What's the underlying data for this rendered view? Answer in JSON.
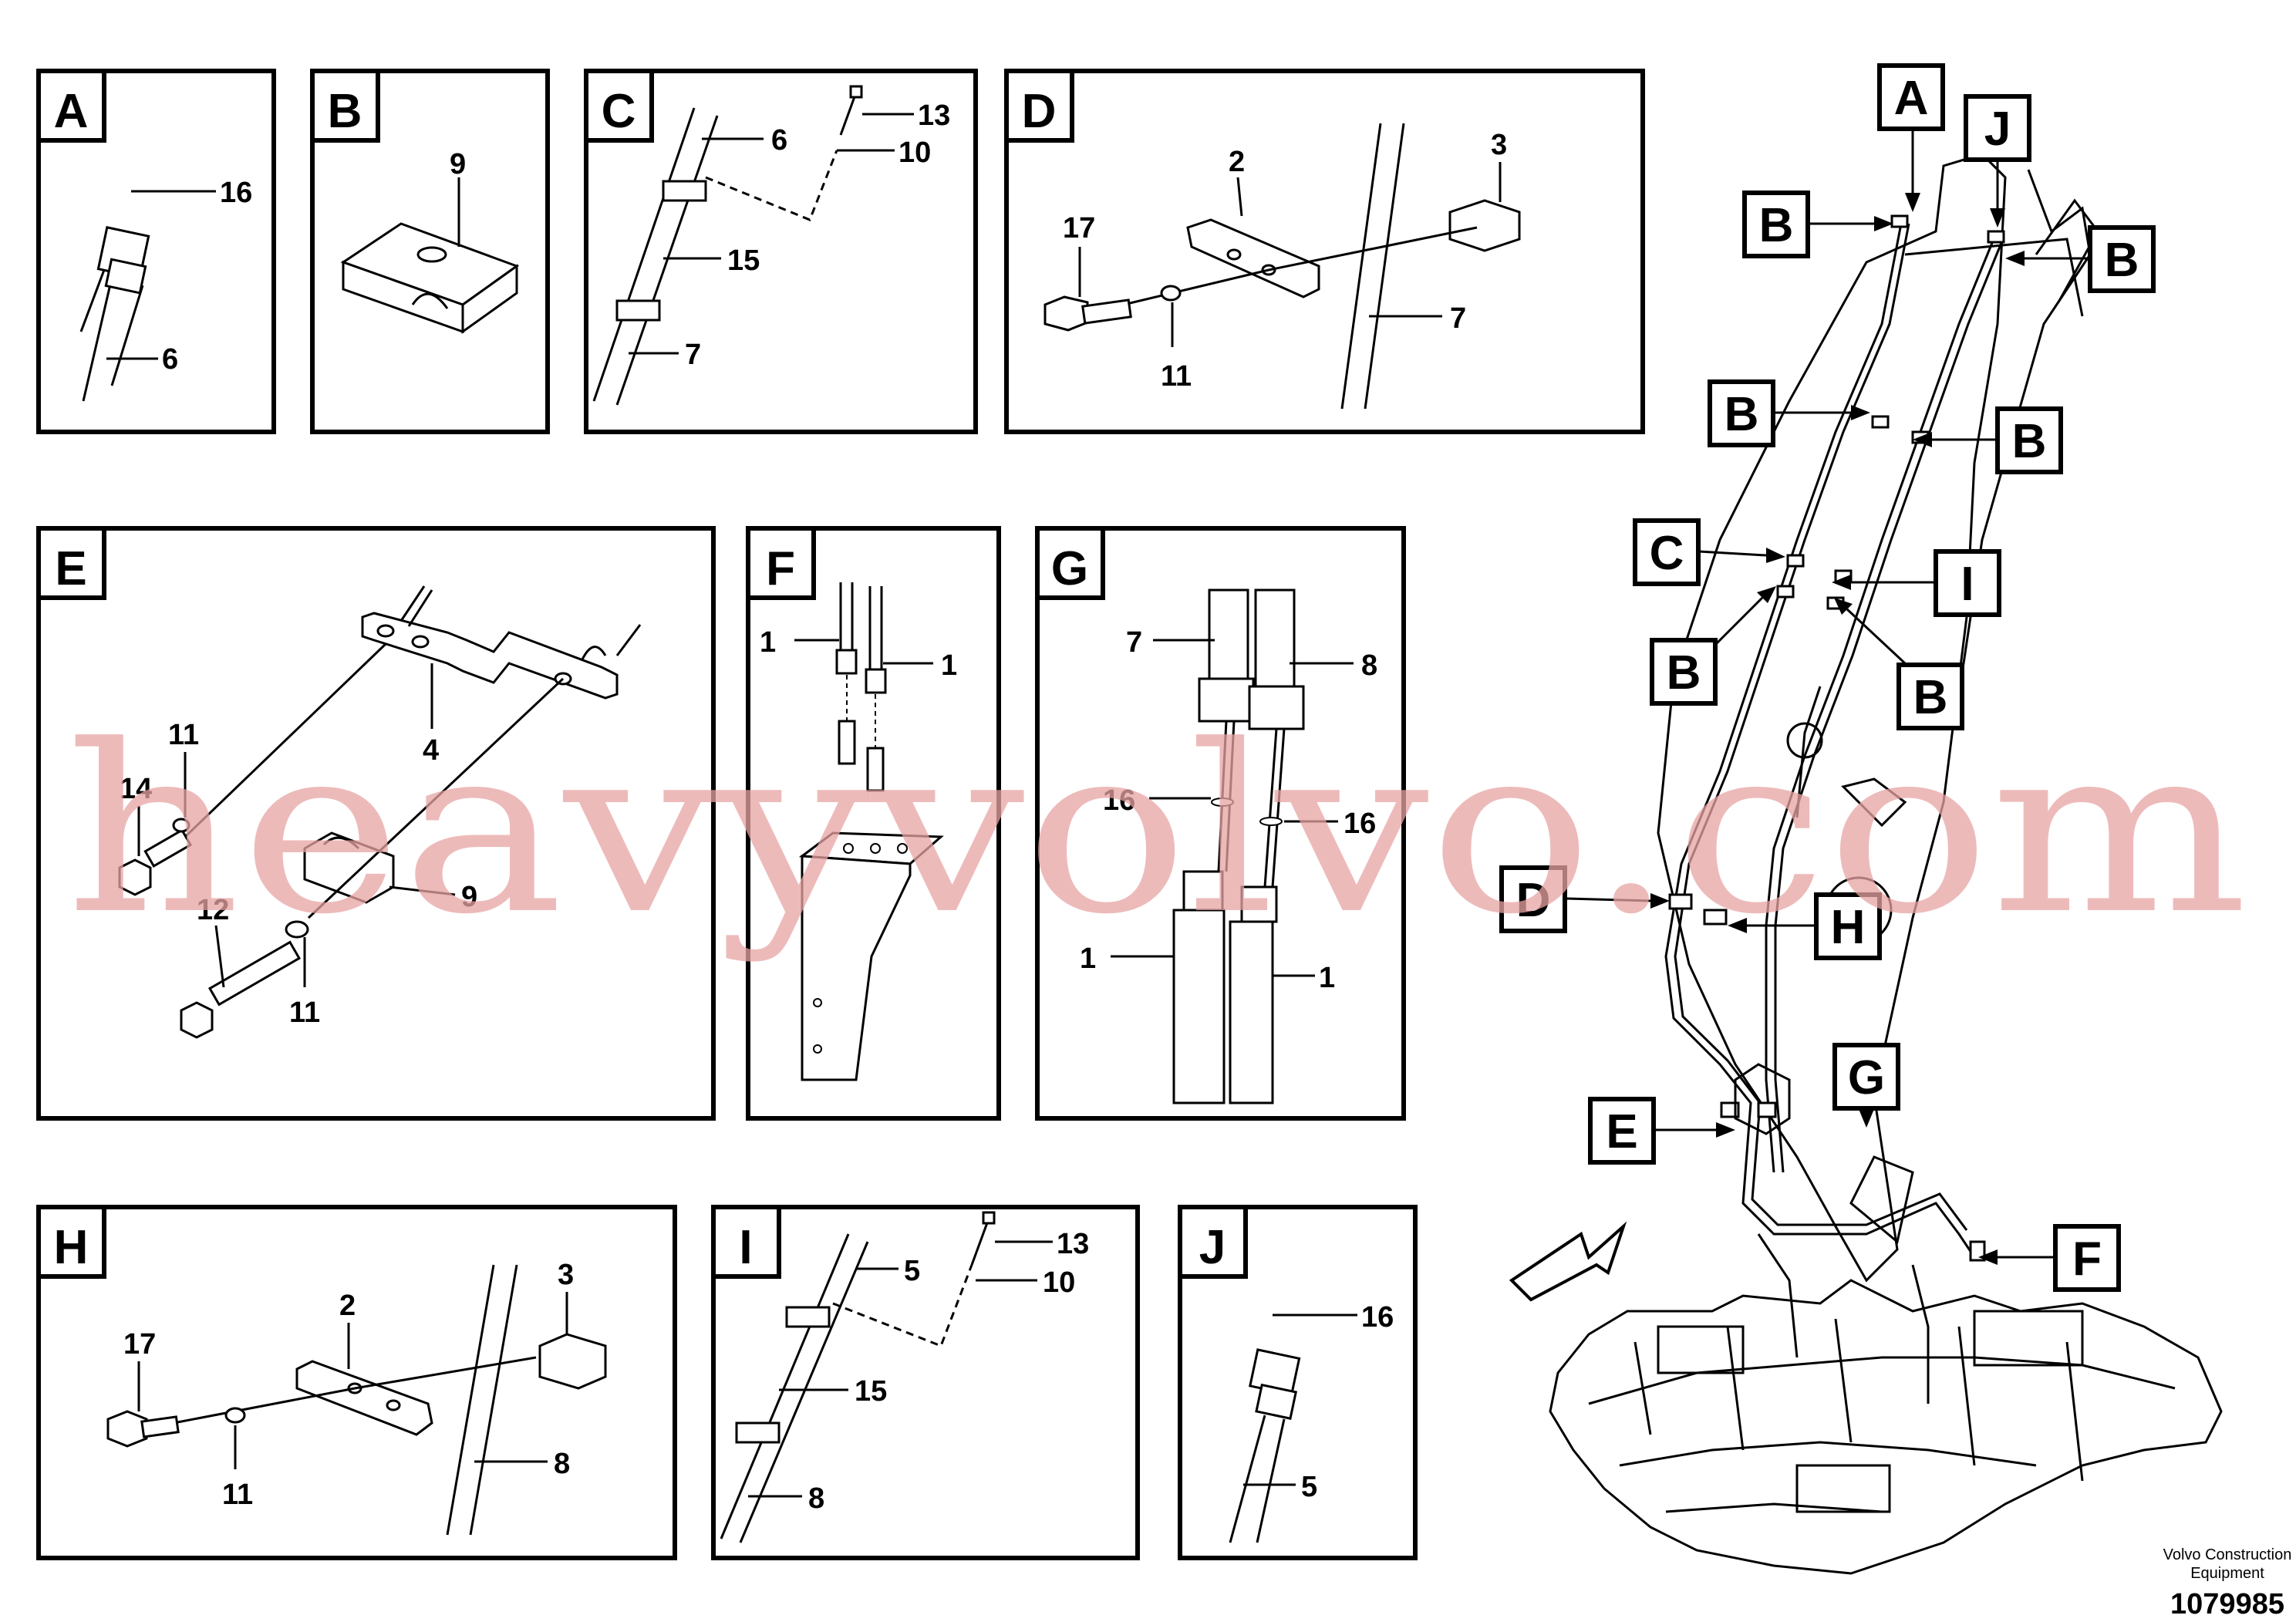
{
  "panels": {
    "A": {
      "letter": "A",
      "parts": [
        "16",
        "6"
      ]
    },
    "B": {
      "letter": "B",
      "parts": [
        "9"
      ]
    },
    "C": {
      "letter": "C",
      "parts": [
        "13",
        "6",
        "10",
        "15",
        "7"
      ]
    },
    "D": {
      "letter": "D",
      "parts": [
        "2",
        "3",
        "17",
        "7",
        "11"
      ]
    },
    "E": {
      "letter": "E",
      "parts": [
        "4",
        "11",
        "14",
        "9",
        "12",
        "11"
      ]
    },
    "F": {
      "letter": "F",
      "parts": [
        "1",
        "1"
      ]
    },
    "G": {
      "letter": "G",
      "parts": [
        "7",
        "8",
        "16",
        "16",
        "1",
        "1"
      ]
    },
    "H": {
      "letter": "H",
      "parts": [
        "3",
        "2",
        "17",
        "8",
        "11"
      ]
    },
    "I": {
      "letter": "I",
      "parts": [
        "13",
        "5",
        "10",
        "15",
        "8"
      ]
    },
    "J": {
      "letter": "J",
      "parts": [
        "16",
        "5"
      ]
    }
  },
  "overview_callouts": [
    "A",
    "J",
    "B",
    "B",
    "B",
    "B",
    "C",
    "I",
    "B",
    "B",
    "D",
    "H",
    "G",
    "E",
    "F"
  ],
  "footer": {
    "brand_line1": "Volvo Construction",
    "brand_line2": "Equipment",
    "doc_number": "1079985"
  },
  "watermark": "heavyvolvo.com",
  "colors": {
    "line": "#000000",
    "watermark": "#e8a3a3",
    "background": "#ffffff"
  }
}
